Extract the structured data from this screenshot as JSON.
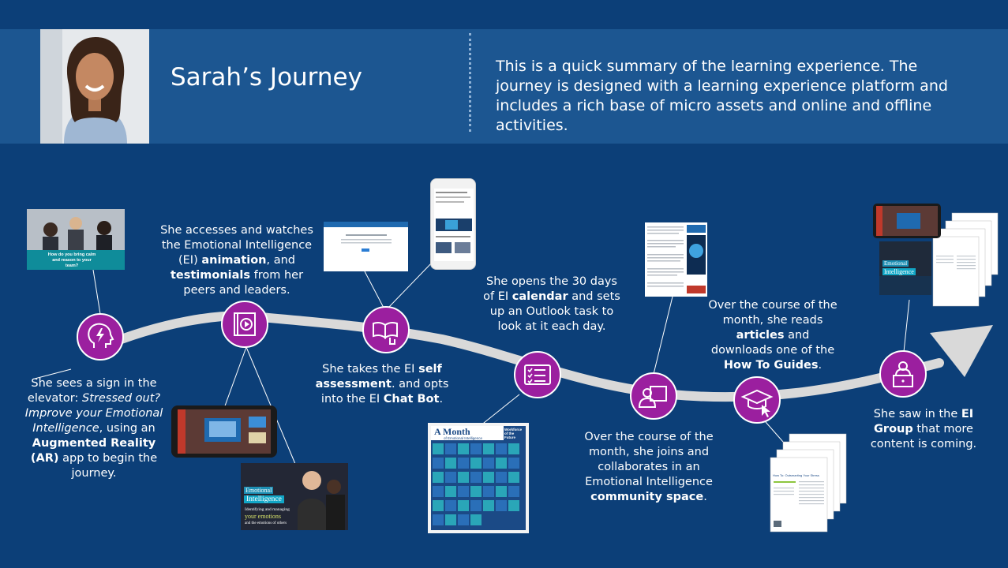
{
  "header": {
    "title": "Sarah’s Journey",
    "summary": "This is a quick summary of the learning experience. The journey is designed with a learning experience platform and includes a rich base of micro assets and online and offline activities."
  },
  "steps": {
    "s1": {
      "pre": "She sees a sign in the elevator: ",
      "em": "Stressed out? Improve your Emotional Intelligence",
      "mid": ", using an ",
      "b1": "Augmented Reality (AR)",
      "post": " app to begin the journey."
    },
    "s2": {
      "pre": "She accesses and watches the Emotional Intelligence (EI) ",
      "b1": "animation",
      "mid": ", and ",
      "b2": "testimonials",
      "post": " from her peers and leaders."
    },
    "s3": {
      "pre": "She takes the EI ",
      "b1": "self assessment",
      "mid": ". and opts into the EI ",
      "b2": "Chat Bot",
      "post": "."
    },
    "s4": {
      "pre": "She opens the 30 days of EI ",
      "b1": "calendar",
      "post": " and sets up an Outlook task to look at it each day."
    },
    "s5": {
      "pre": "Over the course of the month, she joins and collaborates in an Emotional Intelligence ",
      "b1": "community space",
      "post": "."
    },
    "s6": {
      "pre": "Over the course of the month, she reads ",
      "b1": "articles",
      "mid": " and downloads one of the ",
      "b2": "How To Guides",
      "post": "."
    },
    "s7": {
      "pre": "She saw in the ",
      "b1": "EI Group",
      "post": " that more content is coming."
    }
  },
  "thumbs": {
    "elevator_sign": "How do you bring calm and reason to your team?",
    "ei_video_title_1": "Emotional",
    "ei_video_title_2": "Intelligence",
    "ei_video_sub_1": "Identifying and managing",
    "ei_video_sub_2": "your emotions",
    "ei_video_sub_3": "and the emotions of others",
    "calendar_title_1": "A Month",
    "calendar_title_2": "of Emotional Intelligence",
    "calendar_brand": "Workforce of the Future",
    "guide_title": "How To: Outsmarting Your Stress",
    "course_title_1": "Emotional",
    "course_title_2": "Intelligence"
  },
  "icons": [
    "head-lightning-icon",
    "video-play-icon",
    "book-hand-icon",
    "checklist-icon",
    "person-screen-icon",
    "graduation-cap-click-icon",
    "person-laptop-icon"
  ],
  "colors": {
    "background": "#0c3f78",
    "banner": "#1c5691",
    "node": "#9b1f9f",
    "path": "#d9d9d9"
  }
}
